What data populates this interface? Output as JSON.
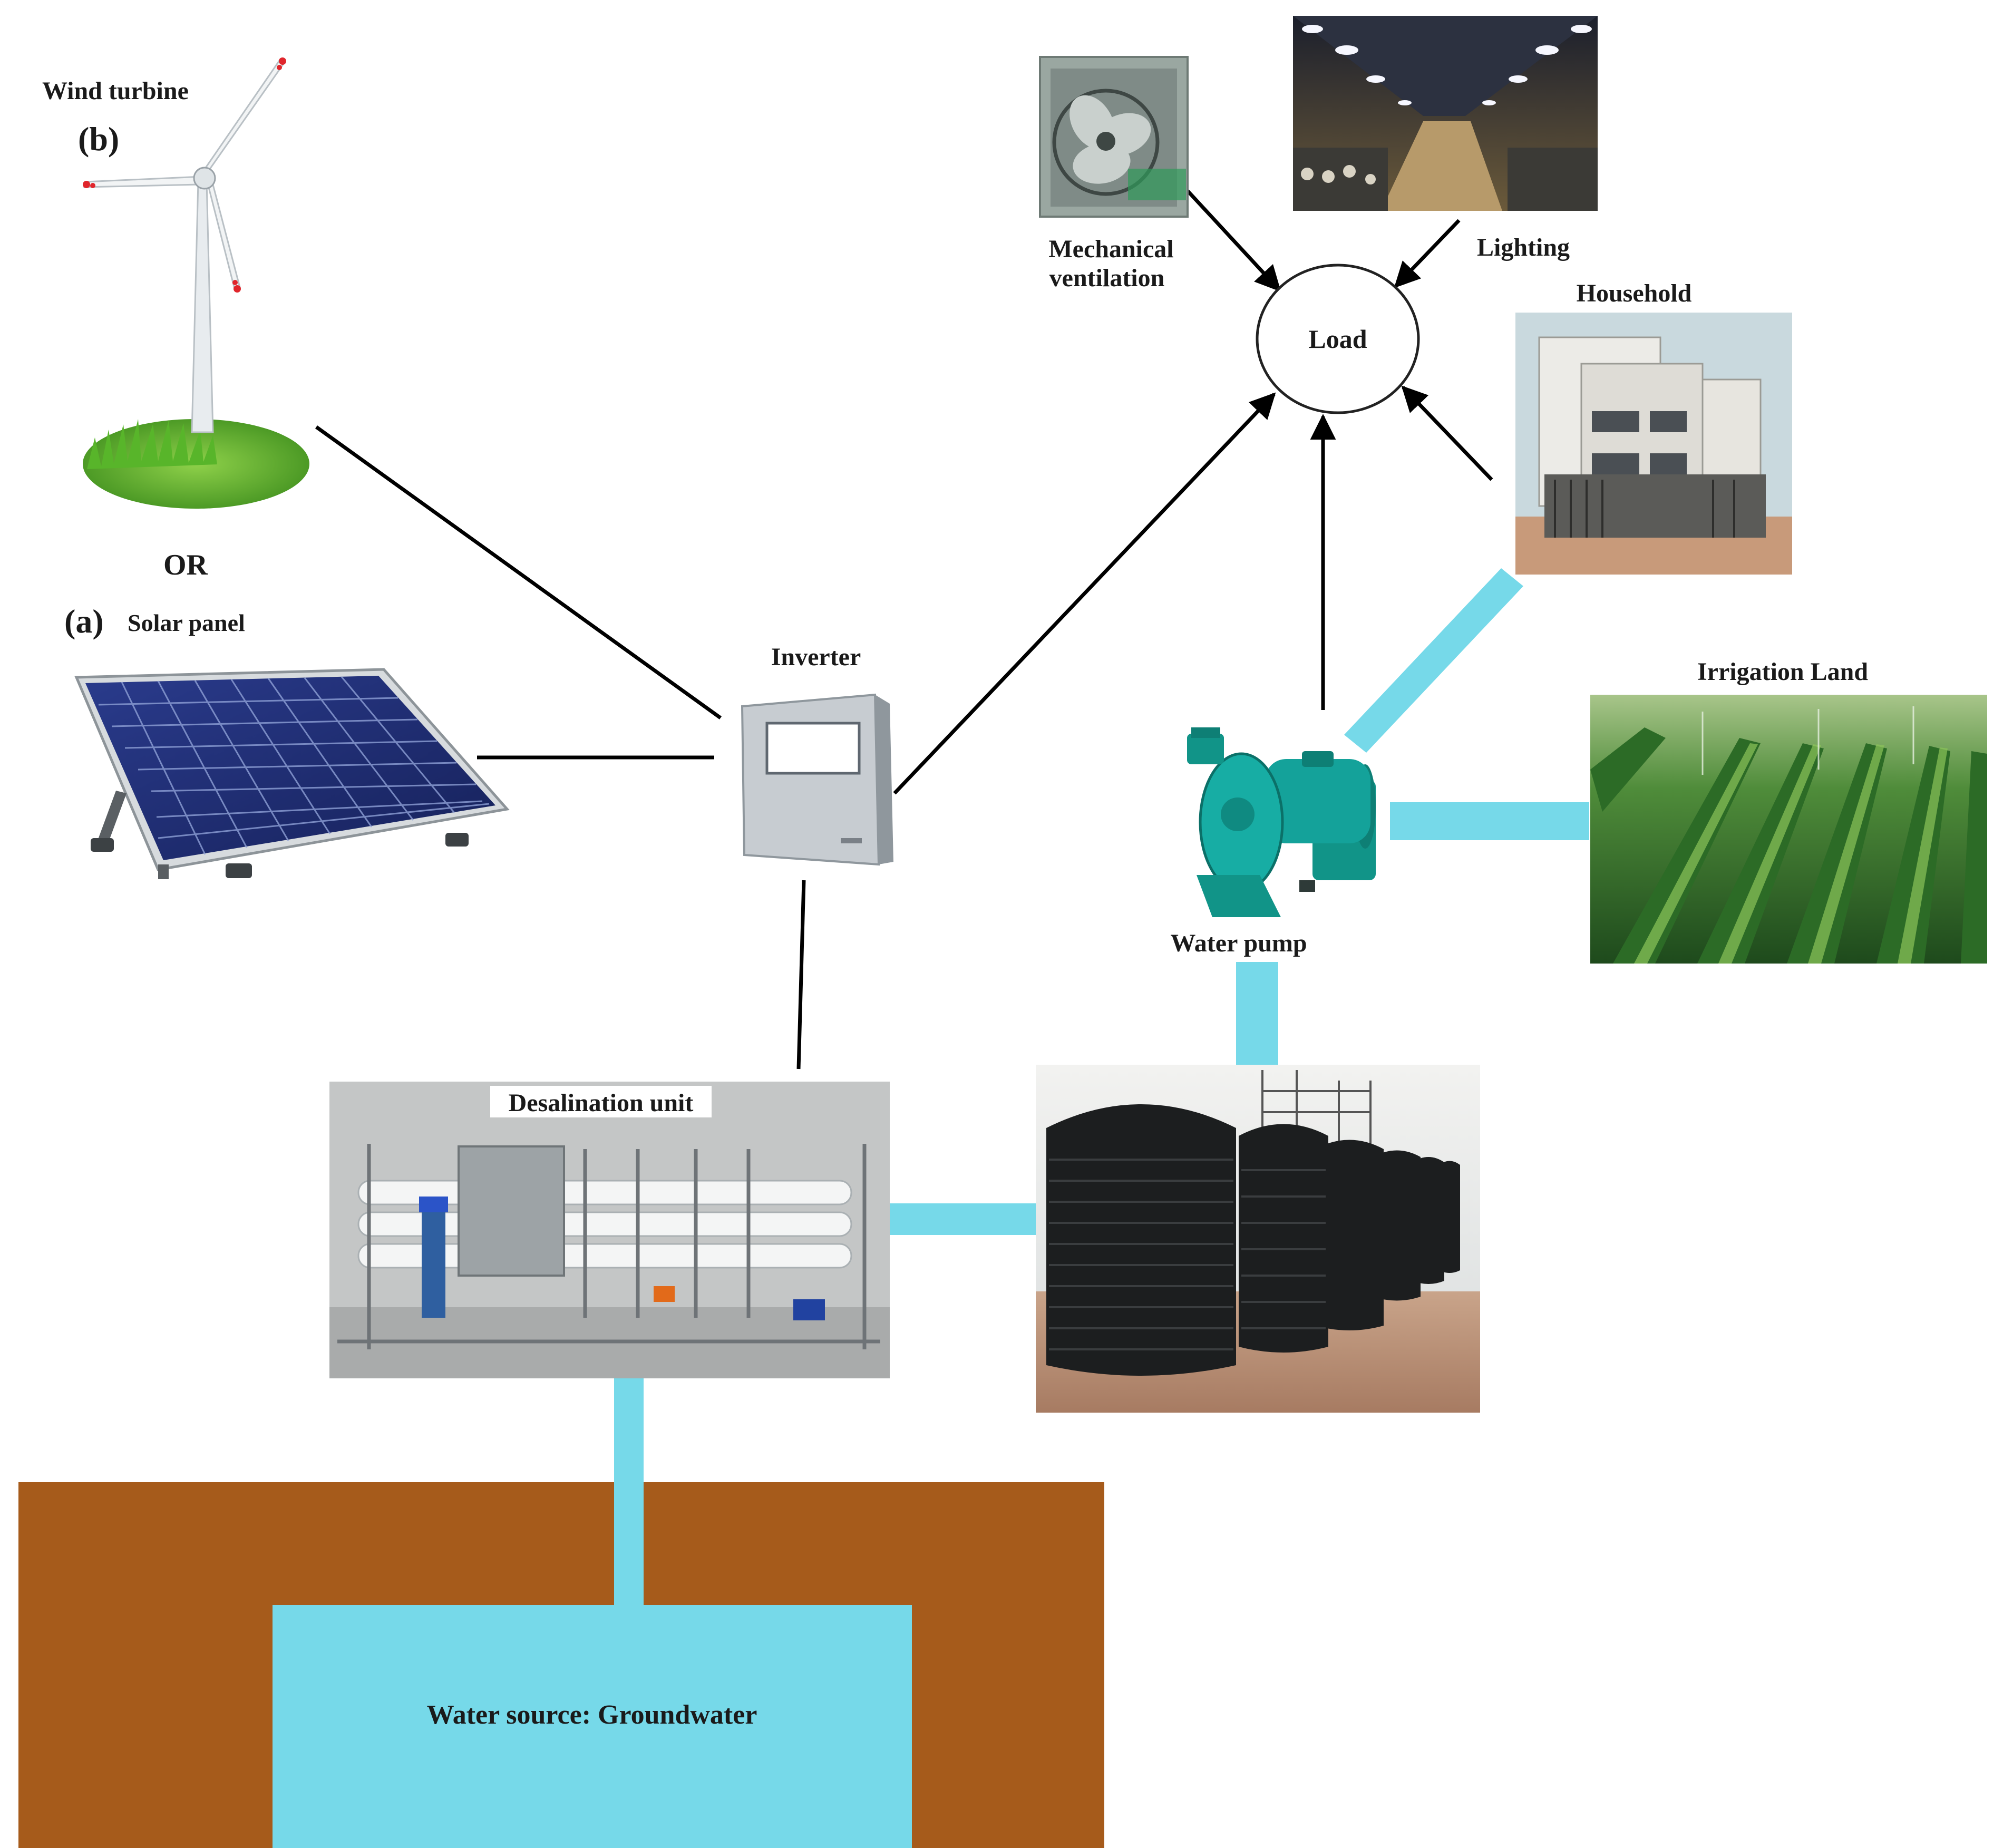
{
  "labels": {
    "wind_turbine": "Wind turbine",
    "b": "(b)",
    "or": "OR",
    "a": "(a)",
    "solar_panel": "Solar panel",
    "inverter": "Inverter",
    "mechanical_ventilation_1": "Mechanical",
    "mechanical_ventilation_2": "ventilation",
    "lighting": "Lighting",
    "household": "Household",
    "load": "Load",
    "irrigation_land": "Irrigation Land",
    "water_pump": "Water pump",
    "desalination_unit": "Desalination unit",
    "water_source": "Water  source: Groundwater"
  },
  "colors": {
    "water_pipe": "#76d9e9",
    "ground": "#a65b1b",
    "water_source": "#76d9e9",
    "line": "#000000",
    "pump": "#14a29a"
  },
  "icons": [
    "wind-turbine-icon",
    "solar-panel-icon",
    "inverter-icon",
    "ventilation-fan-icon",
    "lighting-barn-icon",
    "house-icon",
    "water-pump-icon",
    "irrigation-field-icon",
    "water-tanks-icon",
    "desalination-unit-icon"
  ]
}
